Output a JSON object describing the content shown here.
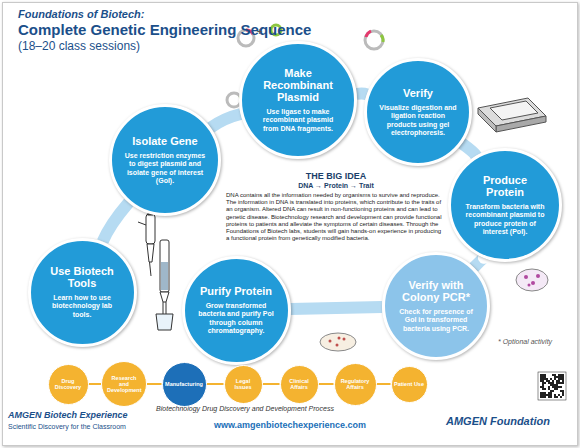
{
  "diagram": {
    "title": "Complete Genetic Engineering Sequence",
    "caption": "Biotechnology Drug Discovery and Development Process",
    "nodes": [
      {
        "text": [
          "Use Biotech Tools",
          "Learn how to use biotechnology lab tools."
        ]
      },
      {
        "text": [
          "Isolate Gene",
          "Use restriction enzymes to digest plasmid and isolate gene of interest (GoI)."
        ]
      },
      {
        "text": [
          "Make Recombinant Plasmid",
          "Use ligase to make recombinant plasmid from DNA fragments."
        ]
      },
      {
        "text": [
          "Verify",
          "Visualize digestion and ligation reaction products using gel electrophoresis."
        ]
      },
      {
        "text": [
          "Produce Protein",
          "Transform bacteria with recombinant plasmid to produce protein of interest (PoI)."
        ]
      },
      {
        "text": [
          "Verify with Colony PCR*",
          "Check for presence of GoI in transformed bacteria using PCR."
        ]
      },
      {
        "text": [
          "Purify Protein",
          "Grow transformed bacteria and purify PoI through column chromatography."
        ]
      },
      {
        "text": [
          "Drug Discovery"
        ]
      },
      {
        "text": [
          "Research and Development"
        ]
      },
      {
        "text": [
          "Manufacturing"
        ]
      },
      {
        "text": [
          "Legal Issues"
        ]
      },
      {
        "text": [
          "Clinical Affairs"
        ]
      },
      {
        "text": [
          "Regulatory Affairs"
        ]
      },
      {
        "text": [
          "Patient Use"
        ]
      }
    ],
    "edges": [
      {
        "from": 0,
        "to": 1,
        "arrow": "none"
      },
      {
        "from": 1,
        "to": 2,
        "arrow": "none"
      },
      {
        "from": 2,
        "to": 3,
        "arrow": "none"
      },
      {
        "from": 3,
        "to": 4,
        "arrow": "none"
      },
      {
        "from": 4,
        "to": 5,
        "arrow": "none"
      },
      {
        "from": 5,
        "to": 6,
        "arrow": "none"
      },
      {
        "from": 7,
        "to": 8,
        "arrow": "none"
      },
      {
        "from": 8,
        "to": 9,
        "arrow": "none"
      },
      {
        "from": 9,
        "to": 10,
        "arrow": "none"
      },
      {
        "from": 10,
        "to": 11,
        "arrow": "none"
      },
      {
        "from": 11,
        "to": 12,
        "arrow": "none"
      },
      {
        "from": 12,
        "to": 13,
        "arrow": "none"
      }
    ],
    "labels": [
      "Foundations of Biotech:",
      "(18–20 class sessions)",
      "THE BIG IDEA",
      "DNA → Protein → Trait",
      "DNA contains all the information needed by organisms to survive and reproduce. The information in DNA is translated into proteins, which contribute to the traits of an organism. Altered DNA can result in non-functioning proteins and can lead to genetic disease. Biotechnology research and development can provide functional proteins to patients and alleviate the symptoms of certain diseases. Through the Foundations of Biotech labs, students will gain hands-on experience in producing a functional protein from genetically modified bacteria.",
      "* Optional activity",
      "AMGEN Biotech Experience",
      "Scientific Discovery for the Classroom",
      "www.amgenbiotechexperience.com",
      "AMGEN Foundation",
      "+"
    ]
  }
}
